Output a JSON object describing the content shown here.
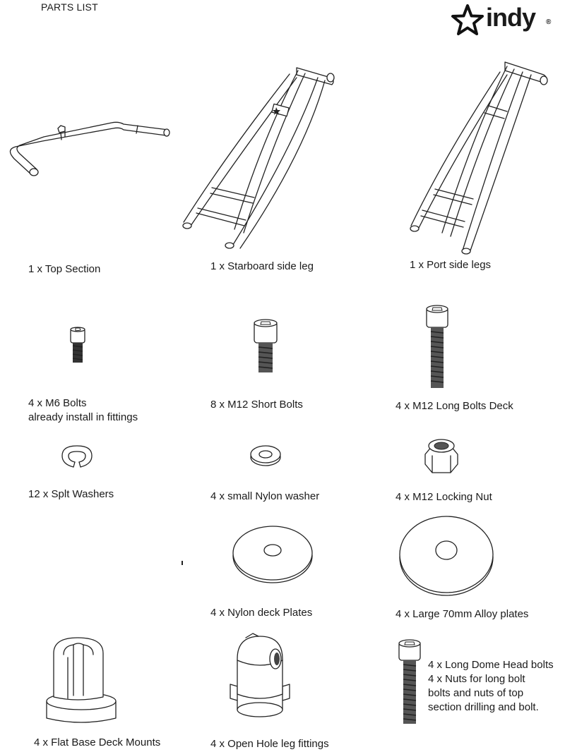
{
  "header": {
    "title": "PARTS LIST",
    "brand": "indy"
  },
  "parts": {
    "top_section": "1 x Top Section",
    "starboard_leg": "1 x Starboard side leg",
    "port_legs": "1 x Port side legs",
    "m6_bolts_line1": "4 x M6 Bolts",
    "m6_bolts_line2": "already install in fittings",
    "m12_short": "8 x M12 Short Bolts",
    "m12_long": "4 x M12 Long Bolts Deck",
    "split_washers": "12 x Splt Washers",
    "nylon_washer": "4 x small Nylon washer",
    "locking_nut": "4 x M12 Locking Nut",
    "nylon_plates": "4 x Nylon deck Plates",
    "alloy_plates": "4 x Large 70mm Alloy plates",
    "deck_mounts": "4 x Flat Base Deck Mounts",
    "leg_fittings": "4 x Open Hole leg fittings",
    "dome_line1": "4 x Long Dome Head bolts",
    "dome_line2": "4 x Nuts for long bolt",
    "dome_line3": "bolts and nuts of top",
    "dome_line4": "section drilling and bolt."
  },
  "icons": {
    "logo": "star-logo-icon"
  }
}
